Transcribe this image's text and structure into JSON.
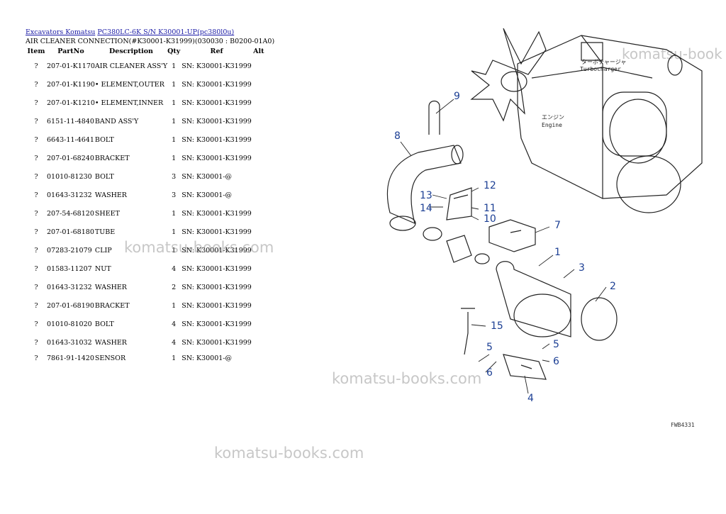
{
  "breadcrumb": {
    "link1": "Excavators Komatsu",
    "link2": "PC380LC-6K S/N K30001-UP(pc380l0u)"
  },
  "subtitle": "AIR CLEANER CONNECTION(#K30001-K31999)(030030 : B0200-01A0)",
  "table": {
    "headers": [
      "Item",
      "PartNo",
      "Description",
      "Qty",
      "Ref",
      "Alt"
    ],
    "rows": [
      {
        "item": "?",
        "partno": "207-01-K1170",
        "desc": "AIR CLEANER ASS'Y",
        "qty": "1",
        "ref": "SN: K30001-K31999"
      },
      {
        "item": "?",
        "partno": "207-01-K1190",
        "desc": "• ELEMENT,OUTER",
        "qty": "1",
        "ref": "SN: K30001-K31999"
      },
      {
        "item": "?",
        "partno": "207-01-K1210",
        "desc": "• ELEMENT,INNER",
        "qty": "1",
        "ref": "SN: K30001-K31999"
      },
      {
        "item": "?",
        "partno": "6151-11-4840",
        "desc": "BAND ASS'Y",
        "qty": "1",
        "ref": "SN: K30001-K31999"
      },
      {
        "item": "?",
        "partno": "6643-11-4641",
        "desc": "BOLT",
        "qty": "1",
        "ref": "SN: K30001-K31999"
      },
      {
        "item": "?",
        "partno": "207-01-68240",
        "desc": "BRACKET",
        "qty": "1",
        "ref": "SN: K30001-K31999"
      },
      {
        "item": "?",
        "partno": "01010-81230",
        "desc": "BOLT",
        "qty": "3",
        "ref": "SN: K30001-@"
      },
      {
        "item": "?",
        "partno": "01643-31232",
        "desc": "WASHER",
        "qty": "3",
        "ref": "SN: K30001-@"
      },
      {
        "item": "?",
        "partno": "207-54-68120",
        "desc": "SHEET",
        "qty": "1",
        "ref": "SN: K30001-K31999"
      },
      {
        "item": "?",
        "partno": "207-01-68180",
        "desc": "TUBE",
        "qty": "1",
        "ref": "SN: K30001-K31999"
      },
      {
        "item": "?",
        "partno": "07283-21079",
        "desc": "CLIP",
        "qty": "1",
        "ref": "SN: K30001-K31999"
      },
      {
        "item": "?",
        "partno": "01583-11207",
        "desc": "NUT",
        "qty": "4",
        "ref": "SN: K30001-K31999"
      },
      {
        "item": "?",
        "partno": "01643-31232",
        "desc": "WASHER",
        "qty": "2",
        "ref": "SN: K30001-K31999"
      },
      {
        "item": "?",
        "partno": "207-01-68190",
        "desc": "BRACKET",
        "qty": "1",
        "ref": "SN: K30001-K31999"
      },
      {
        "item": "?",
        "partno": "01010-81020",
        "desc": "BOLT",
        "qty": "4",
        "ref": "SN: K30001-K31999"
      },
      {
        "item": "?",
        "partno": "01643-31032",
        "desc": "WASHER",
        "qty": "4",
        "ref": "SN: K30001-K31999"
      },
      {
        "item": "?",
        "partno": "7861-91-1420",
        "desc": "SENSOR",
        "qty": "1",
        "ref": "SN: K30001-@"
      }
    ]
  },
  "watermark": "komatsu-books.com",
  "watermark_top": "komatsu-book",
  "diagram": {
    "callouts": [
      "1",
      "2",
      "3",
      "4",
      "5",
      "6",
      "7",
      "8",
      "9",
      "10",
      "11",
      "12",
      "13",
      "14",
      "15",
      "5",
      "6"
    ],
    "labels": {
      "turbo_jp": "ターボチャージャ",
      "turbo_en": "Turbocharger",
      "engine_jp": "エンジン",
      "engine_en": "Engine"
    },
    "figure_code": "FWB4331",
    "callout_color": "#1c3f94"
  }
}
